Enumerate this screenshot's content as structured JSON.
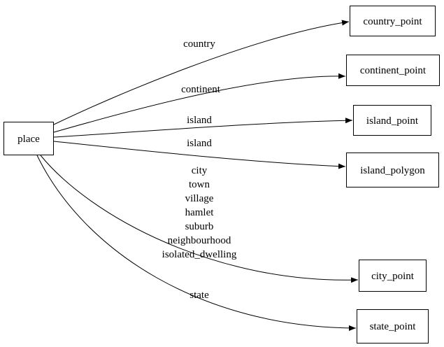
{
  "colors": {
    "background": "#ffffff",
    "node_fill": "#ffffff",
    "stroke": "#000000",
    "text": "#000000"
  },
  "diagram": {
    "type": "directed-graph",
    "nodes": [
      {
        "id": "place",
        "label": "place"
      },
      {
        "id": "country_point",
        "label": "country_point"
      },
      {
        "id": "continent_point",
        "label": "continent_point"
      },
      {
        "id": "island_point",
        "label": "island_point"
      },
      {
        "id": "island_polygon",
        "label": "island_polygon"
      },
      {
        "id": "city_point",
        "label": "city_point"
      },
      {
        "id": "state_point",
        "label": "state_point"
      }
    ],
    "edges": [
      {
        "from": "place",
        "to": "country_point",
        "label": "country"
      },
      {
        "from": "place",
        "to": "continent_point",
        "label": "continent"
      },
      {
        "from": "place",
        "to": "island_point",
        "label": "island"
      },
      {
        "from": "place",
        "to": "island_polygon",
        "label": "island"
      },
      {
        "from": "place",
        "to": "city_point",
        "label_lines": [
          "city",
          "town",
          "village",
          "hamlet",
          "suburb",
          "neighbourhood",
          "isolated_dwelling"
        ]
      },
      {
        "from": "place",
        "to": "state_point",
        "label": "state"
      }
    ]
  }
}
